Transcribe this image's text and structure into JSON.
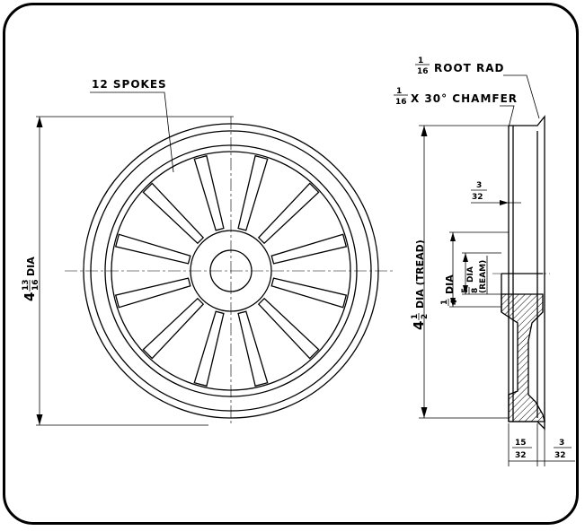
{
  "colors": {
    "ink": "#000000",
    "paper": "#ffffff"
  },
  "notes": {
    "spokes": "12 SPOKES",
    "root_rad_num": "1",
    "root_rad_den": "16",
    "root_rad_text": "ROOT RAD",
    "chamfer_num": "1",
    "chamfer_den": "16",
    "chamfer_text": "X 30° CHAMFER"
  },
  "dims": {
    "outer_whole": "4",
    "outer_num": "13",
    "outer_den": "16",
    "outer_text": "DIA",
    "tread_whole": "4",
    "tread_num": "1",
    "tread_den": "2",
    "tread_text": "DIA (TREAD)",
    "hub_num": "1",
    "hub_den": "4",
    "hub_text": "DIA",
    "bore_num": "5",
    "bore_den": "8",
    "bore_text": "DIA",
    "bore_note": "(REAM)",
    "flange_num": "3",
    "flange_den": "32",
    "width_num": "15",
    "width_den": "32",
    "lip_num": "3",
    "lip_den": "32"
  }
}
